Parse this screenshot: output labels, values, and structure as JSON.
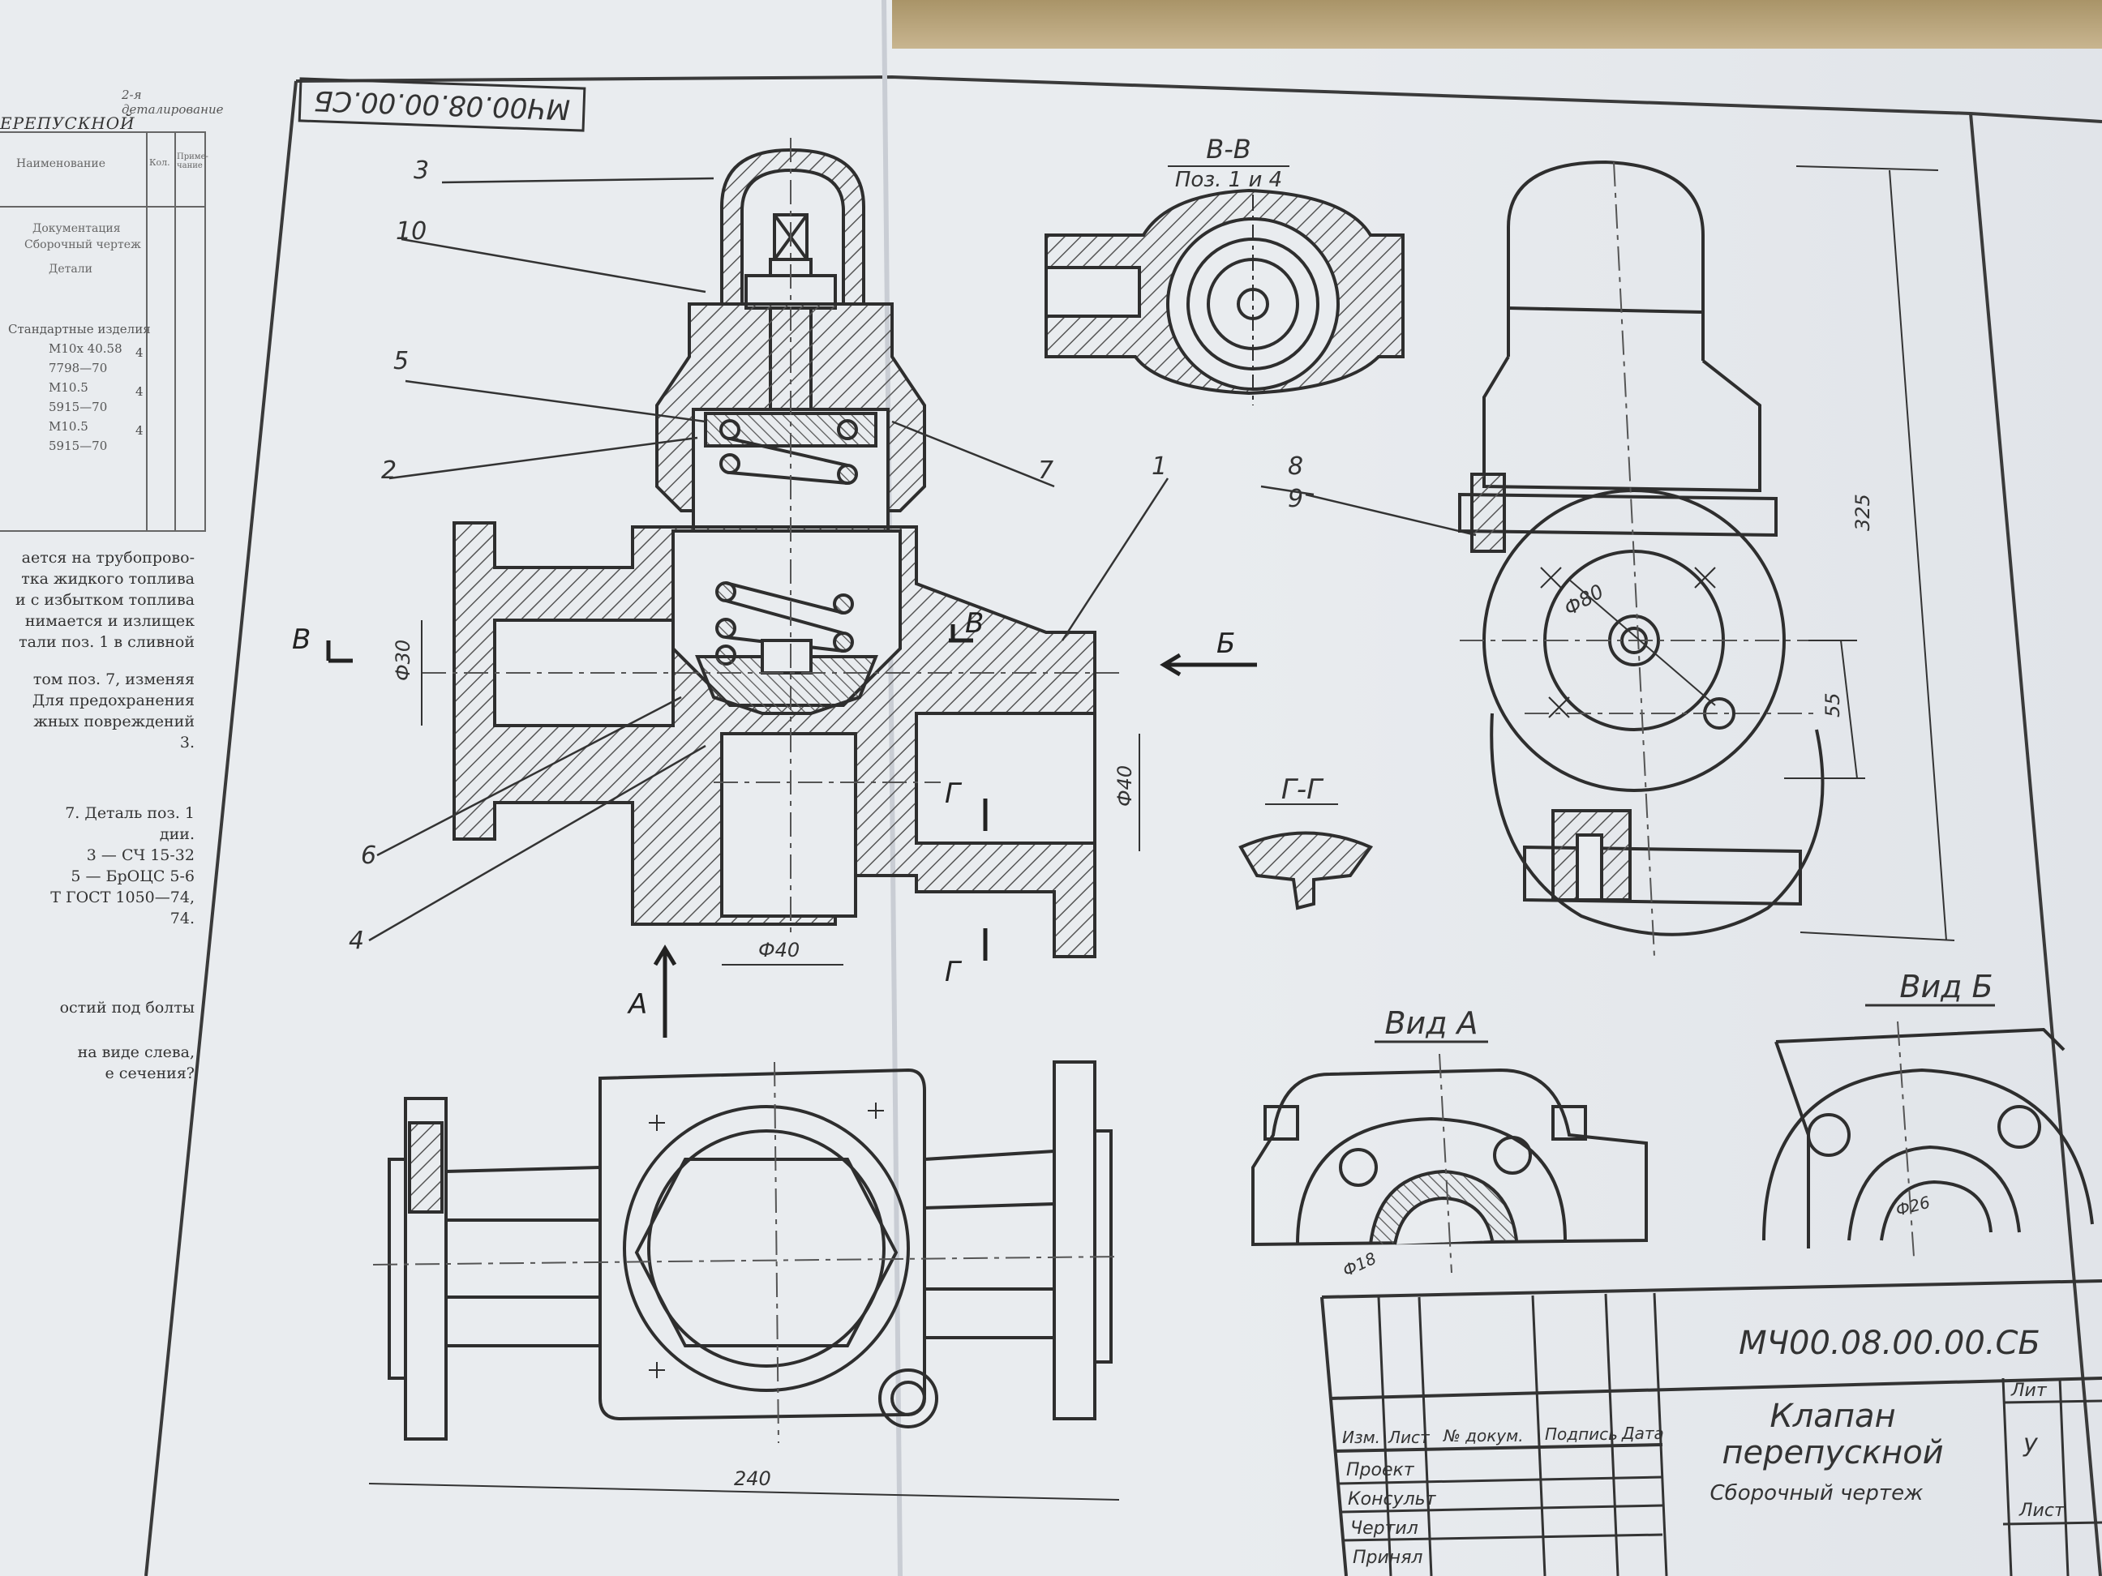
{
  "left_page": {
    "header_note": "2-я деталирование",
    "title_fragment": "ЕРЕПУСКНОЙ",
    "spec_headers": [
      "Наименование",
      "Кол.",
      "Приме-чание"
    ],
    "spec_items": [
      "Документация",
      "Сборочный чертеж",
      "Детали"
    ],
    "std_items": [
      "Стандартные изделия",
      "М10х 40.58",
      "7798—70",
      "М10.5",
      "5915—70",
      "М10.5",
      "5915—70"
    ],
    "qty": [
      "4",
      "4",
      "4"
    ],
    "para1": "ается на трубопрово-\nтка жидкого топлива\nи с избытком топлива\nнимается и излищек\nтали поз. 1 в сливной",
    "para2": "том поз. 7, изменяя\nДля предохранения\nжных повреждений\n3.",
    "para3": "7. Деталь поз. 1\nдии.\n3 — СЧ 15-32\n5 — БрОЦС 5-6\nТ ГОСТ 1050—74,\n74.",
    "para4": "остий под болты",
    "para5": "на виде слева,\nе сечения?"
  },
  "drawing": {
    "stamp_top": "МЧ00.08.00.00.СБ",
    "balloons": [
      "3",
      "10",
      "5",
      "2",
      "7",
      "1",
      "6",
      "4",
      "8",
      "9"
    ],
    "section_markers": {
      "b_left": "В",
      "b_right": "В",
      "view_b_arrow": "Б",
      "view_a_arrow": "А",
      "g_top": "Г",
      "g_bottom": "Г"
    },
    "section_titles": {
      "vv": "В-В",
      "vv_sub": "Поз. 1 и 4",
      "gg": "Г-Г",
      "view_a": "Вид А",
      "view_b": "Вид Б"
    },
    "dimensions": {
      "d30": "Ф30",
      "d40_right": "Ф40",
      "d40_bottom": "Ф40",
      "len240": "240",
      "h325": "325",
      "h55": "55",
      "d80": "Ф80",
      "d26": "Ф26",
      "d18": "Ф18"
    }
  },
  "title_block": {
    "code": "МЧ00.08.00.00.СБ",
    "name_line1": "Клапан",
    "name_line2": "перепускной",
    "doc_type": "Сборочный чертеж",
    "col_headers": [
      "Изм.",
      "Лист",
      "№ докум.",
      "Подпись",
      "Дата"
    ],
    "rows": [
      "Проект",
      "Консульт",
      "Чертил",
      "Принял"
    ],
    "lit_header": "Лит",
    "lit_value": "у",
    "sheet_label": "Лист"
  },
  "colors": {
    "paper": "#e9ecef",
    "ink": "#2e2e2e",
    "table_wood": "#b9a680"
  }
}
